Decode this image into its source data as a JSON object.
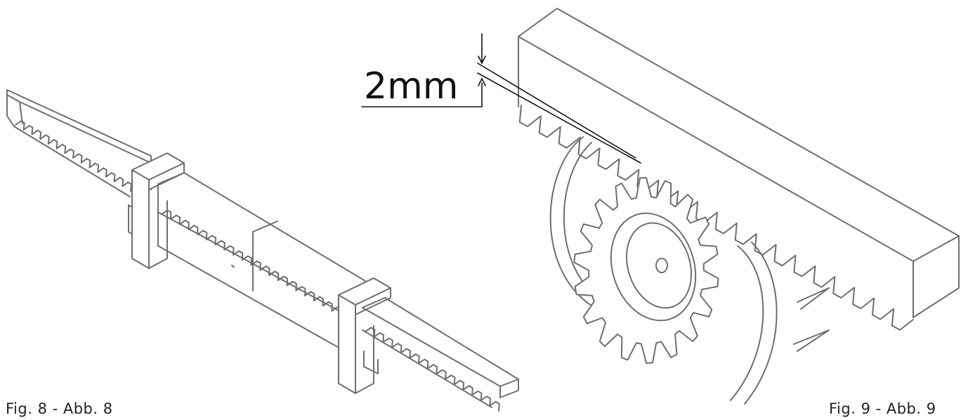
{
  "figures": [
    {
      "caption": "Fig. 8 - Abb. 8"
    },
    {
      "caption": "Fig. 9 - Abb. 9"
    }
  ],
  "dimension": {
    "label": "2mm"
  },
  "icons": [
    "rack-assembly-drawing",
    "pinion-rack-engagement-drawing"
  ]
}
